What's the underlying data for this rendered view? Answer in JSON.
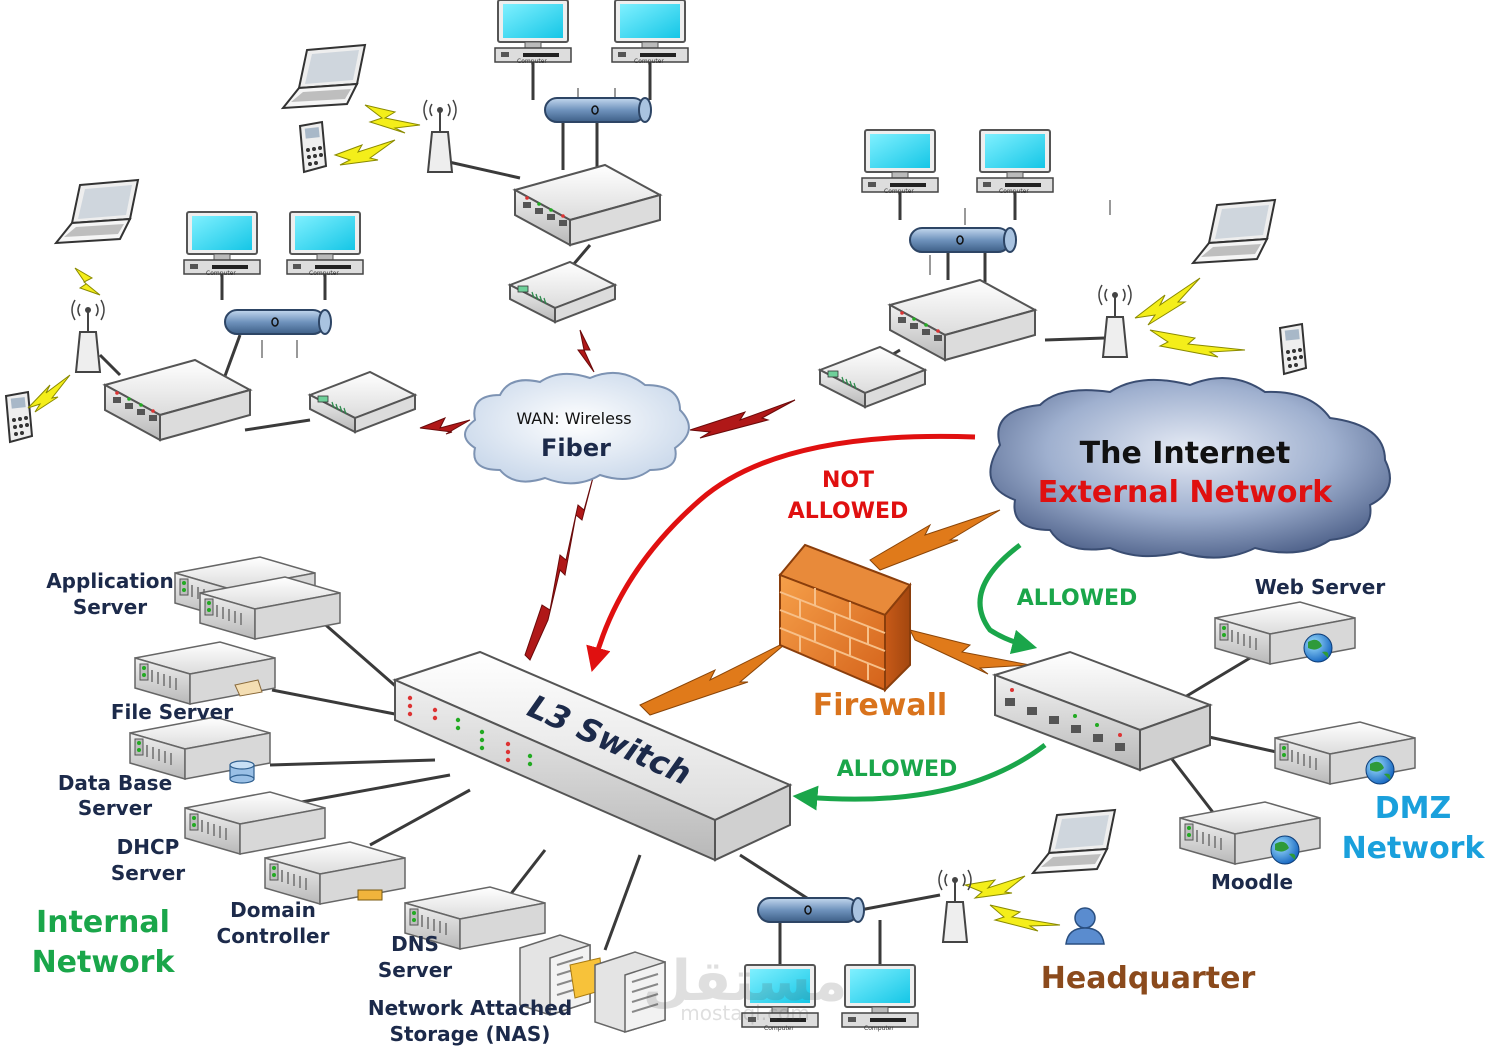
{
  "wan": {
    "line1": "WAN: Wireless",
    "line2": "Fiber"
  },
  "internet": {
    "line1": "The Internet",
    "line2": "External Network"
  },
  "arrows": {
    "not_allowed_1": "NOT",
    "not_allowed_2": "ALLOWED",
    "allowed_top": "ALLOWED",
    "allowed_bottom": "ALLOWED"
  },
  "core": {
    "switch": "L3 Switch",
    "firewall": "Firewall"
  },
  "internal": {
    "title_1": "Internal",
    "title_2": "Network",
    "application_server_1": "Application",
    "application_server_2": "Server",
    "file_server": "File Server",
    "database_server_1": "Data Base",
    "database_server_2": "Server",
    "dhcp_server_1": "DHCP",
    "dhcp_server_2": "Server",
    "domain_controller_1": "Domain",
    "domain_controller_2": "Controller",
    "dns_server_1": "DNS",
    "dns_server_2": "Server",
    "nas_1": "Network Attached",
    "nas_2": "Storage (NAS)"
  },
  "dmz": {
    "title_1": "DMZ",
    "title_2": "Network",
    "web_server": "Web Server",
    "moodle": "Moodle"
  },
  "headquarter": {
    "title": "Headquarter"
  },
  "computer_caption": "Computer",
  "watermark": {
    "arabic": "مستقل",
    "latin": "mostaql.com"
  },
  "colors": {
    "not_allowed": "#e01010",
    "allowed": "#1aa64a",
    "firewall_text": "#d9731c",
    "dmz": "#1aa0dc",
    "internal": "#1aa64a",
    "headquarter": "#8b4a1c",
    "navy": "#1c2a4a"
  }
}
